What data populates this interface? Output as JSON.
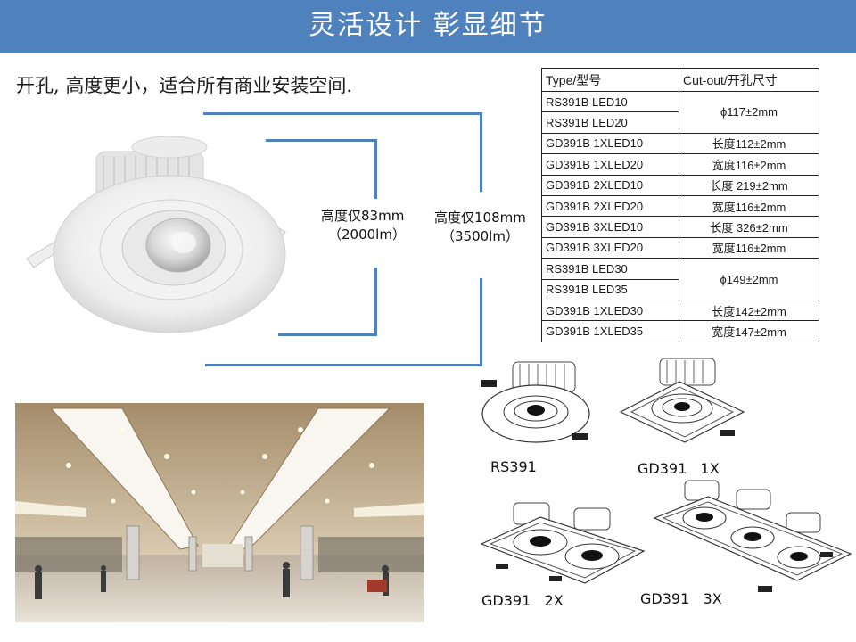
{
  "header": {
    "title": "灵活设计 彰显细节"
  },
  "subtitle": "开孔, 高度更小，适合所有商业安装空间.",
  "dimensions": {
    "small": {
      "height": "高度仅83mm",
      "lumen": "（2000lm）"
    },
    "large": {
      "height": "高度仅108mm",
      "lumen": "（3500lm）"
    }
  },
  "spec_table": {
    "headers": [
      "Type/型号",
      "Cut-out/开孔尺寸"
    ],
    "groups": [
      {
        "models": [
          "RS391B LED10",
          "RS391B LED20"
        ],
        "cutout": [
          "ϕ117±2mm"
        ]
      },
      {
        "models": [
          "GD391B 1XLED10",
          "GD391B 1XLED20"
        ],
        "cutout": [
          "长度112±2mm",
          "宽度116±2mm"
        ]
      },
      {
        "models": [
          "GD391B 2XLED10",
          "GD391B 2XLED20"
        ],
        "cutout": [
          "长度 219±2mm",
          "宽度116±2mm"
        ]
      },
      {
        "models": [
          "GD391B 3XLED10",
          "GD391B 3XLED20"
        ],
        "cutout": [
          "长度 326±2mm",
          "宽度116±2mm"
        ]
      },
      {
        "models": [
          "RS391B LED30",
          "RS391B LED35"
        ],
        "cutout": [
          "ϕ149±2mm"
        ]
      },
      {
        "models": [
          "GD391B 1XLED30",
          "GD391B 1XLED35"
        ],
        "cutout": [
          "长度142±2mm",
          "宽度147±2mm"
        ]
      }
    ]
  },
  "products": {
    "rs391": "RS391",
    "gd391_1x": "GD391   1X",
    "gd391_2x": "GD391   2X",
    "gd391_3x": "GD391   3X"
  }
}
